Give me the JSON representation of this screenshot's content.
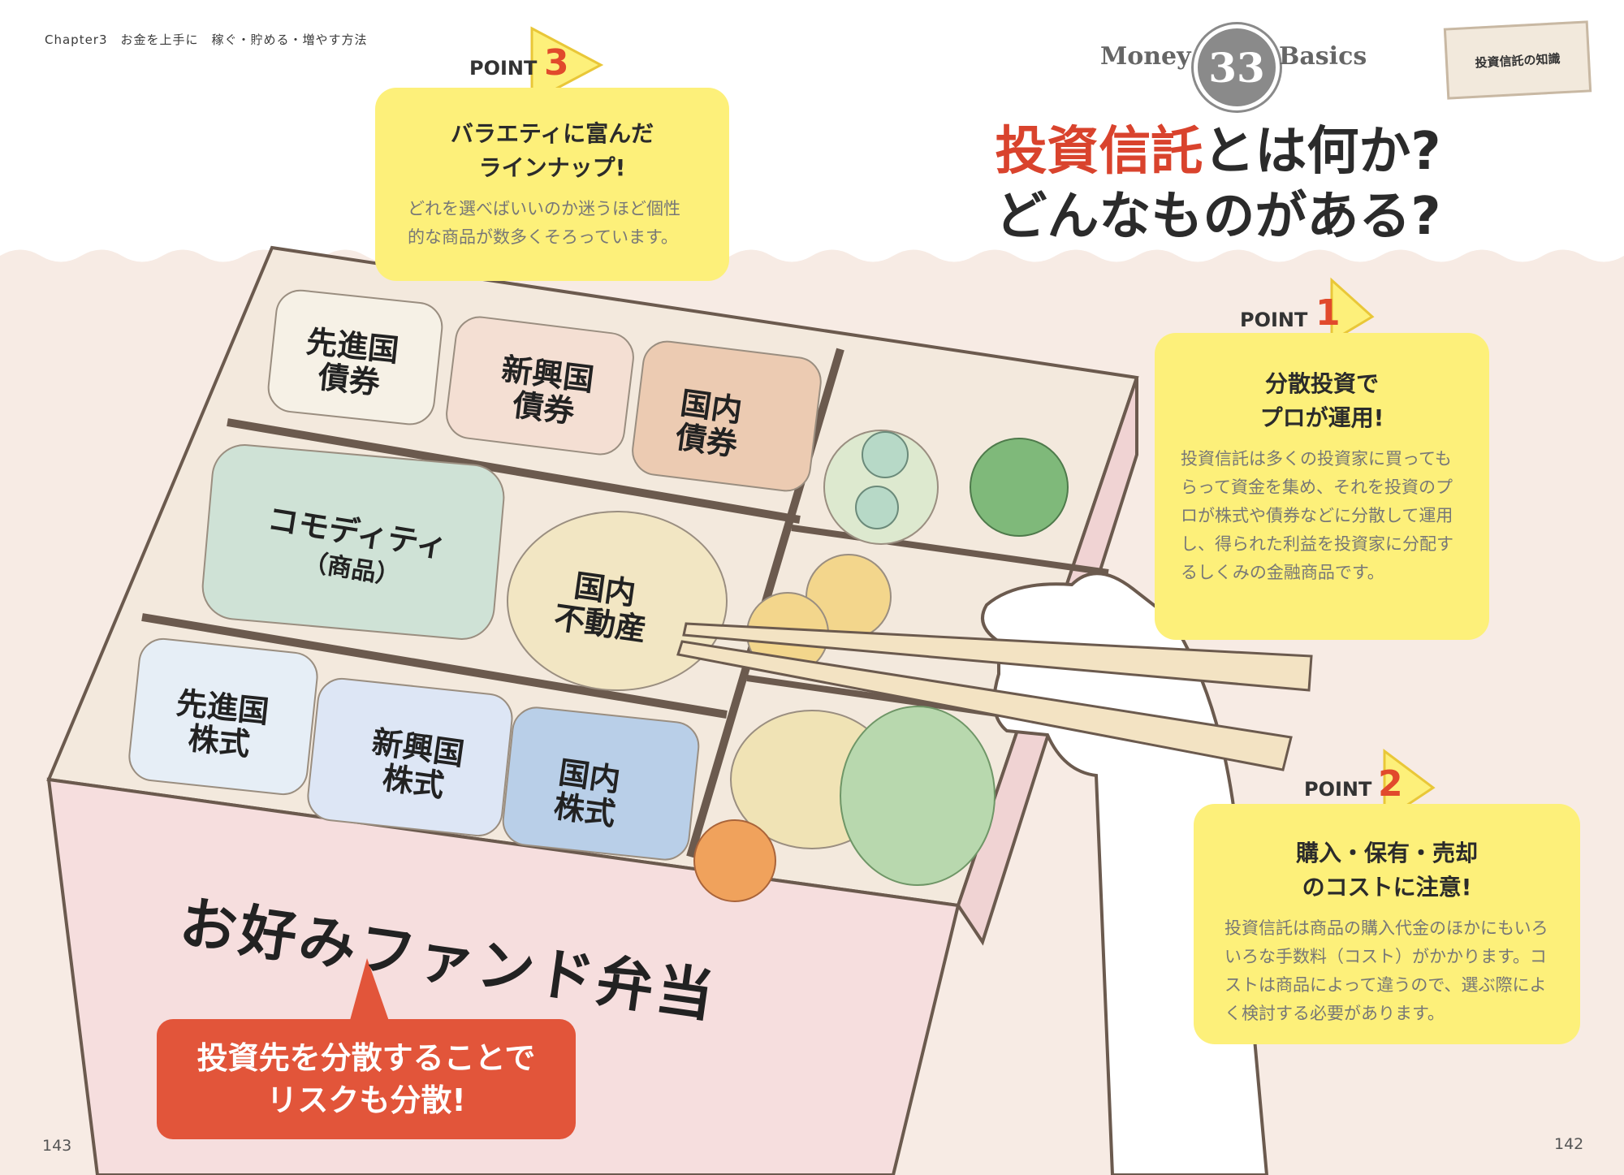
{
  "header": {
    "running_head": "Chapter3　お金を上手に　稼ぐ・貯める・増やす方法",
    "page_left": "143",
    "page_right": "142"
  },
  "series": {
    "left": "Money",
    "number": "33",
    "right": "Basics",
    "tag": "投資信託の知識"
  },
  "title": {
    "highlight": "投資信託",
    "line1_rest": "とは何か?",
    "line2": "どんなものがある?"
  },
  "points": [
    {
      "label": "POINT",
      "number": "1",
      "heading_1": "分散投資で",
      "heading_2": "プロが運用!",
      "body": "投資信託は多くの投資家に買ってもらって資金を集め、それを投資のプロが株式や債券などに分散して運用し、得られた利益を投資家に分配するしくみの金融商品です。"
    },
    {
      "label": "POINT",
      "number": "2",
      "heading_1": "購入・保有・売却",
      "heading_2": "のコストに注意!",
      "body": "投資信託は商品の購入代金のほかにもいろいろな手数料（コスト）がかかります。コストは商品によって違うので、選ぶ際によく検討する必要があります。"
    },
    {
      "label": "POINT",
      "number": "3",
      "heading_1": "バラエティに富んだ",
      "heading_2": "ラインナップ!",
      "body": "どれを選べばいいのか迷うほど個性的な商品が数多くそろっています。"
    }
  ],
  "bento": {
    "compartments": {
      "developed_bonds_1": "先進国",
      "developed_bonds_2": "債券",
      "emerging_bonds_1": "新興国",
      "emerging_bonds_2": "債券",
      "domestic_bonds_1": "国内",
      "domestic_bonds_2": "債券",
      "commodity_1": "コモディティ",
      "commodity_2": "（商品）",
      "realestate_1": "国内",
      "realestate_2": "不動産",
      "developed_stocks_1": "先進国",
      "developed_stocks_2": "株式",
      "emerging_stocks_1": "新興国",
      "emerging_stocks_2": "株式",
      "domestic_stocks_1": "国内",
      "domestic_stocks_2": "株式"
    },
    "title": "お好みファンド弁当",
    "callout_1": "投資先を分散することで",
    "callout_2": "リスクも分散!"
  },
  "colors": {
    "accent_red": "#d9432d",
    "note_yellow": "#fdf07a",
    "wave_pink": "#f7ebe4",
    "box_pink": "#f6dede"
  }
}
